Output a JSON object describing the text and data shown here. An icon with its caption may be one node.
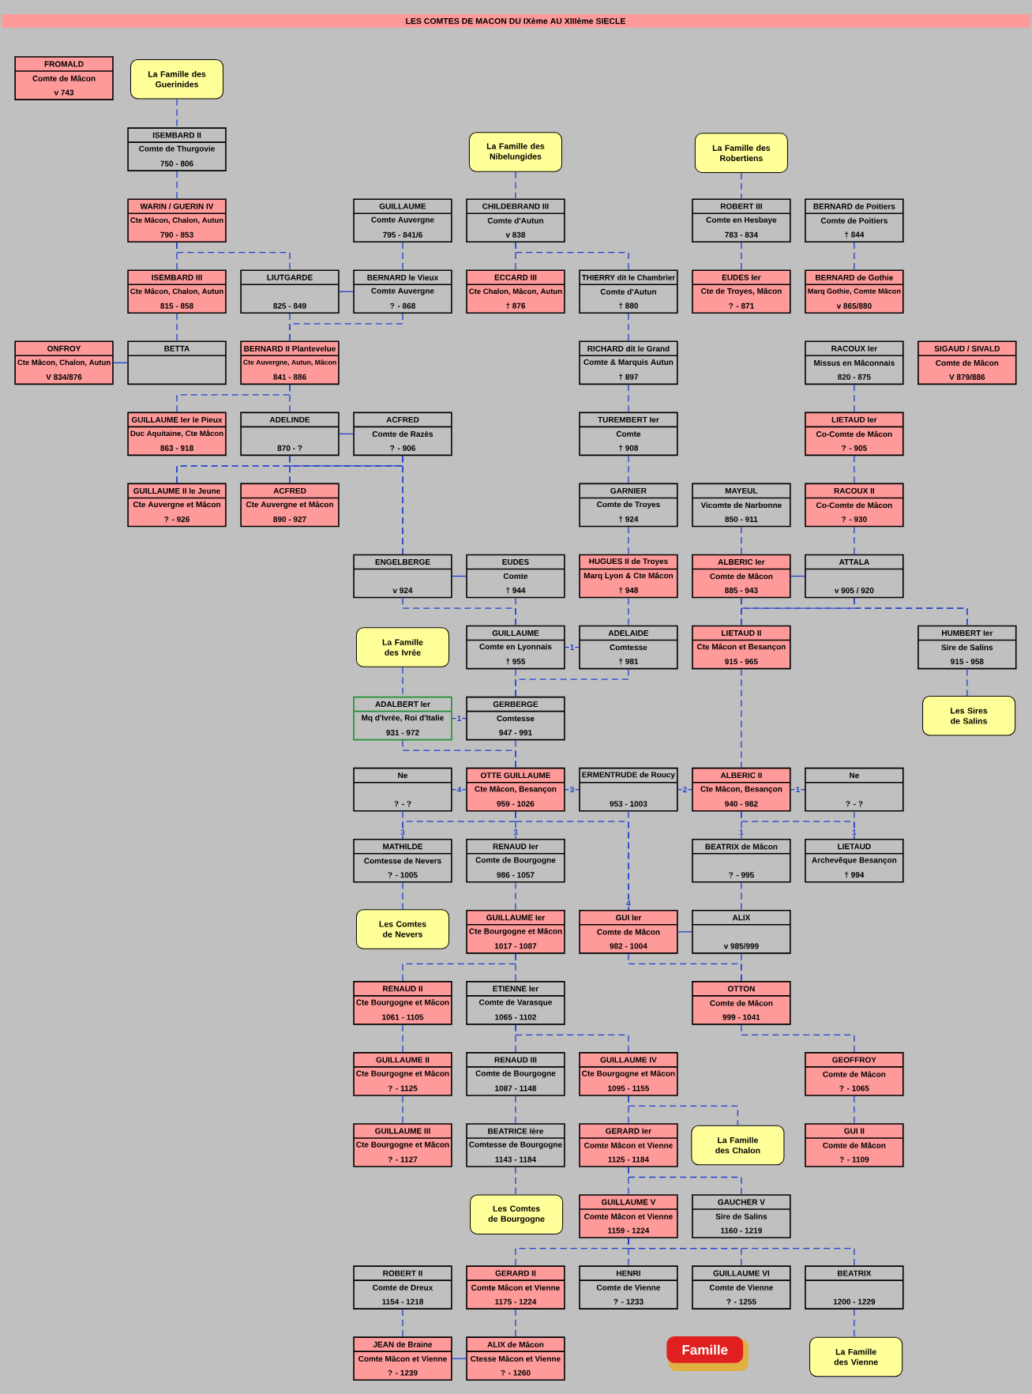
{
  "diagram": {
    "title": "LES COMTES DE MACON DU IXème AU XIIIème SIECLE",
    "nodes": [
      {
        "text": [
          "FROMALD",
          "Comte de Mâcon",
          "v 743"
        ]
      },
      {
        "text": [
          "La Famille des Guerinides"
        ]
      },
      {
        "text": [
          "ISEMBARD II",
          "Comte de Thurgovie",
          "750 - 806"
        ]
      },
      {
        "text": [
          "La Famille des Nibelungides"
        ]
      },
      {
        "text": [
          "La Famille des Robertiens"
        ]
      },
      {
        "text": [
          "WARIN / GUERIN IV",
          "Cte Mâcon, Chalon, Autun",
          "790 - 853"
        ]
      },
      {
        "text": [
          "GUILLAUME",
          "Comte Auvergne",
          "795 - 841/6"
        ]
      },
      {
        "text": [
          "CHILDEBRAND III",
          "Comte d'Autun",
          "v 838"
        ]
      },
      {
        "text": [
          "ROBERT III",
          "Comte en Hesbaye",
          "783 - 834"
        ]
      },
      {
        "text": [
          "BERNARD de Poitiers",
          "Comte de Poitiers",
          "† 844"
        ]
      },
      {
        "text": [
          "ISEMBARD III",
          "Cte Mâcon, Chalon, Autun",
          "815 - 858"
        ]
      },
      {
        "text": [
          "LIUTGARDE",
          "825 - 849"
        ]
      },
      {
        "text": [
          "BERNARD le Vieux",
          "Comte Auvergne",
          "? - 868"
        ]
      },
      {
        "text": [
          "ECCARD III",
          "Cte Chalon, Mâcon, Autun",
          "† 876"
        ]
      },
      {
        "text": [
          "THIERRY dit le Chambrier",
          "Comte d'Autun",
          "† 880"
        ]
      },
      {
        "text": [
          "EUDES Ier",
          "Cte de Troyes, Mâcon",
          "? - 871"
        ]
      },
      {
        "text": [
          "BERNARD de Gothie",
          "Marq Gothie, Comte Mâcon",
          "v 865/880"
        ]
      },
      {
        "text": [
          "ONFROY",
          "Cte Mâcon, Chalon, Autun",
          "V 834/876"
        ]
      },
      {
        "text": [
          "BETTA"
        ]
      },
      {
        "text": [
          "BERNARD II Plantevelue",
          "Cte Auvergne, Autun, Mâcon",
          "841 - 886"
        ]
      },
      {
        "text": [
          "RICHARD dit le Grand",
          "Comte & Marquis Autun",
          "† 897"
        ]
      },
      {
        "text": [
          "RACOUX Ier",
          "Missus en Mâconnais",
          "820 - 875"
        ]
      },
      {
        "text": [
          "SIGAUD / SIVALD",
          "Comte de Mâcon",
          "V 879/886"
        ]
      },
      {
        "text": [
          "GUILLAUME Ier le Pieux",
          "Duc Aquitaine, Cte Mâcon",
          "863 - 918"
        ]
      },
      {
        "text": [
          "ADELINDE",
          "870 - ?"
        ]
      },
      {
        "text": [
          "ACFRED",
          "Comte de Razès",
          "? - 906"
        ]
      },
      {
        "text": [
          "TUREMBERT Ier",
          "Comte",
          "† 908"
        ]
      },
      {
        "text": [
          "LIETAUD Ier",
          "Co-Comte de Mâcon",
          "? - 905"
        ]
      },
      {
        "text": [
          "GUILLAUME II le Jeune",
          "Cte Auvergne et Mâcon",
          "? - 926"
        ]
      },
      {
        "text": [
          "ACFRED",
          "Cte Auvergne et Mâcon",
          "890 - 927"
        ]
      },
      {
        "text": [
          "GARNIER",
          "Comte de Troyes",
          "† 924"
        ]
      },
      {
        "text": [
          "MAYEUL",
          "Vicomte de Narbonne",
          "850 - 911"
        ]
      },
      {
        "text": [
          "RACOUX II",
          "Co-Comte de Mâcon",
          "? - 930"
        ]
      },
      {
        "text": [
          "ENGELBERGE",
          "v 924"
        ]
      },
      {
        "text": [
          "EUDES",
          "Comte",
          "† 944"
        ]
      },
      {
        "text": [
          "HUGUES II de Troyes",
          "Marq Lyon & Cte Mâcon",
          "† 948"
        ]
      },
      {
        "text": [
          "ALBERIC Ier",
          "Comte de Mâcon",
          "885 - 943"
        ]
      },
      {
        "text": [
          "ATTALA",
          "v 905 / 920"
        ]
      },
      {
        "text": [
          "La Famille des Ivrée"
        ]
      },
      {
        "text": [
          "GUILLAUME",
          "Comte en Lyonnais",
          "† 955"
        ]
      },
      {
        "text": [
          "ADELAIDE",
          "Comtesse",
          "† 981"
        ]
      },
      {
        "text": [
          "LIETAUD II",
          "Cte Mâcon et Besançon",
          "915 - 965"
        ]
      },
      {
        "text": [
          "HUMBERT Ier",
          "Sire de Salins",
          "915 - 958"
        ]
      },
      {
        "text": [
          "ADALBERT Ier",
          "Mq d'Ivrée, Roi d'Italie",
          "931 - 972"
        ]
      },
      {
        "text": [
          "GERBERGE",
          "Comtesse",
          "947 - 991"
        ]
      },
      {
        "text": [
          "Les Sires de Salins"
        ]
      },
      {
        "text": [
          "Ne",
          "? - ?"
        ]
      },
      {
        "text": [
          "OTTE GUILLAUME",
          "Cte Mâcon, Besançon",
          "959 - 1026"
        ]
      },
      {
        "text": [
          "ERMENTRUDE de Roucy",
          "953 - 1003"
        ]
      },
      {
        "text": [
          "ALBERIC II",
          "Cte Mâcon, Besançon",
          "940 - 982"
        ]
      },
      {
        "text": [
          "Ne",
          "? - ?"
        ]
      },
      {
        "text": [
          "MATHILDE",
          "Comtesse de Nevers",
          "? - 1005"
        ]
      },
      {
        "text": [
          "RENAUD Ier",
          "Comte de Bourgogne",
          "986 - 1057"
        ]
      },
      {
        "text": [
          "BEATRIX de Mâcon",
          "? - 995"
        ]
      },
      {
        "text": [
          "LIETAUD",
          "Archevêque Besançon",
          "† 994"
        ]
      },
      {
        "text": [
          "Les Comtes de Nevers"
        ]
      },
      {
        "text": [
          "GUILLAUME Ier",
          "Cte Bourgogne et Mâcon",
          "1017 - 1087"
        ]
      },
      {
        "text": [
          "GUI Ier",
          "Comte de Mâcon",
          "982 - 1004"
        ]
      },
      {
        "text": [
          "ALIX",
          "v 985/999"
        ]
      },
      {
        "text": [
          "RENAUD II",
          "Cte Bourgogne et Mâcon",
          "1061 - 1105"
        ]
      },
      {
        "text": [
          "ETIENNE Ier",
          "Comte de Varasque",
          "1065 - 1102"
        ]
      },
      {
        "text": [
          "OTTON",
          "Comte de Mâcon",
          "999 - 1041"
        ]
      },
      {
        "text": [
          "GUILLAUME II",
          "Cte Bourgogne et Mâcon",
          "? - 1125"
        ]
      },
      {
        "text": [
          "RENAUD III",
          "Comte de Bourgogne",
          "1087 - 1148"
        ]
      },
      {
        "text": [
          "GUILLAUME IV",
          "Cte Bourgogne et Mâcon",
          "1095 - 1155"
        ]
      },
      {
        "text": [
          "GEOFFROY",
          "Comte de Mâcon",
          "? - 1065"
        ]
      },
      {
        "text": [
          "GUILLAUME III",
          "Cte Bourgogne et Mâcon",
          "? - 1127"
        ]
      },
      {
        "text": [
          "BEATRICE Ière",
          "Comtesse de Bourgogne",
          "1143 - 1184"
        ]
      },
      {
        "text": [
          "GERARD Ier",
          "Comte Mâcon et Vienne",
          "1125 - 1184"
        ]
      },
      {
        "text": [
          "La Famille des Chalon"
        ]
      },
      {
        "text": [
          "GUI II",
          "Comte de Mâcon",
          "? - 1109"
        ]
      },
      {
        "text": [
          "Les Comtes de Bourgogne"
        ]
      },
      {
        "text": [
          "GUILLAUME V",
          "Comte Mâcon et Vienne",
          "1159 - 1224"
        ]
      },
      {
        "text": [
          "GAUCHER V",
          "Sire de Salins",
          "1160 - 1219"
        ]
      },
      {
        "text": [
          "ROBERT II",
          "Comte de Dreux",
          "1154 - 1218"
        ]
      },
      {
        "text": [
          "GERARD II",
          "Comte Mâcon et Vienne",
          "1175 - 1224"
        ]
      },
      {
        "text": [
          "HENRI",
          "Comte de Vienne",
          "? - 1233"
        ]
      },
      {
        "text": [
          "GUILLAUME VI",
          "Comte de Vienne",
          "? - 1255"
        ]
      },
      {
        "text": [
          "BEATRIX",
          "1200 - 1229"
        ]
      },
      {
        "text": [
          "JEAN de Braine",
          "Comte Mâcon et Vienne",
          "? - 1239"
        ]
      },
      {
        "text": [
          "ALIX de Mâcon",
          "Ctesse Mâcon et Vienne",
          "? - 1260"
        ]
      },
      {
        "text": [
          "La Famille des Vienne"
        ]
      }
    ],
    "edges": [
      {
        "from": 1,
        "to": 2,
        "arrow": "none",
        "style": "dashed"
      },
      {
        "from": 2,
        "to": 5,
        "arrow": "none",
        "style": "dashed"
      },
      {
        "from": 3,
        "to": 7,
        "arrow": "none",
        "style": "dashed"
      },
      {
        "from": 4,
        "to": 8,
        "arrow": "none",
        "style": "dashed"
      },
      {
        "from": 5,
        "to": 10,
        "arrow": "none",
        "style": "dashed"
      },
      {
        "from": 5,
        "to": 11,
        "arrow": "none",
        "style": "dashed"
      },
      {
        "from": 6,
        "to": 12,
        "arrow": "none",
        "style": "dashed"
      },
      {
        "from": 7,
        "to": 13,
        "arrow": "none",
        "style": "dashed"
      },
      {
        "from": 7,
        "to": 14,
        "arrow": "none",
        "style": "dashed"
      },
      {
        "from": 8,
        "to": 15,
        "arrow": "none",
        "style": "dashed"
      },
      {
        "from": 9,
        "to": 16,
        "arrow": "none",
        "style": "dashed"
      },
      {
        "from": 11,
        "to": 12,
        "arrow": "none"
      },
      {
        "from": 10,
        "to": 18,
        "arrow": "none",
        "style": "dashed"
      },
      {
        "from": 11,
        "to": 19,
        "arrow": "none",
        "style": "dashed"
      },
      {
        "from": 12,
        "to": 19,
        "arrow": "none",
        "style": "dashed"
      },
      {
        "from": 14,
        "to": 20,
        "arrow": "none",
        "style": "dashed"
      },
      {
        "from": 17,
        "to": 18,
        "arrow": "none"
      },
      {
        "from": 19,
        "to": 23,
        "arrow": "none",
        "style": "dashed"
      },
      {
        "from": 19,
        "to": 24,
        "arrow": "none",
        "style": "dashed"
      },
      {
        "from": 20,
        "to": 26,
        "arrow": "none",
        "style": "dashed"
      },
      {
        "from": 21,
        "to": 27,
        "arrow": "none",
        "style": "dashed"
      },
      {
        "from": 24,
        "to": 25,
        "arrow": "none"
      },
      {
        "from": 24,
        "to": 28,
        "arrow": "none",
        "style": "dashed"
      },
      {
        "from": 24,
        "to": 29,
        "arrow": "none",
        "style": "dashed"
      },
      {
        "from": 24,
        "to": 33,
        "arrow": "none",
        "style": "dashed"
      },
      {
        "from": 25,
        "to": 28,
        "arrow": "none",
        "style": "dashed"
      },
      {
        "from": 25,
        "to": 29,
        "arrow": "none",
        "style": "dashed"
      },
      {
        "from": 25,
        "to": 33,
        "arrow": "none",
        "style": "dashed"
      },
      {
        "from": 26,
        "to": 30,
        "arrow": "none",
        "style": "dashed"
      },
      {
        "from": 27,
        "to": 32,
        "arrow": "none",
        "style": "dashed"
      },
      {
        "from": 30,
        "to": 35,
        "arrow": "none",
        "style": "dashed"
      },
      {
        "from": 31,
        "to": 36,
        "arrow": "none",
        "style": "dashed"
      },
      {
        "from": 32,
        "to": 37,
        "arrow": "none",
        "style": "dashed"
      },
      {
        "from": 33,
        "to": 34,
        "arrow": "none"
      },
      {
        "from": 36,
        "to": 37,
        "arrow": "none"
      },
      {
        "from": 33,
        "to": 39,
        "arrow": "none",
        "style": "dashed"
      },
      {
        "from": 34,
        "to": 39,
        "arrow": "none",
        "style": "dashed"
      },
      {
        "from": 35,
        "to": 40,
        "arrow": "none",
        "style": "dashed"
      },
      {
        "from": 36,
        "to": 41,
        "arrow": "none",
        "style": "dashed"
      },
      {
        "from": 36,
        "to": 42,
        "arrow": "none",
        "style": "dashed"
      },
      {
        "from": 37,
        "to": 41,
        "arrow": "none",
        "style": "dashed"
      },
      {
        "from": 37,
        "to": 42,
        "arrow": "none",
        "style": "dashed"
      },
      {
        "from": 39,
        "to": 40,
        "arrow": "none",
        "label": "1"
      },
      {
        "from": 38,
        "to": 43,
        "arrow": "none",
        "style": "dashed"
      },
      {
        "from": 39,
        "to": 44,
        "arrow": "none",
        "style": "dashed"
      },
      {
        "from": 40,
        "to": 44,
        "arrow": "none",
        "style": "dashed"
      },
      {
        "from": 42,
        "to": 45,
        "arrow": "none",
        "style": "dashed"
      },
      {
        "from": 43,
        "to": 44,
        "arrow": "none",
        "label": "1"
      },
      {
        "from": 43,
        "to": 47,
        "arrow": "none",
        "style": "dashed"
      },
      {
        "from": 44,
        "to": 47,
        "arrow": "none",
        "style": "dashed"
      },
      {
        "from": 41,
        "to": 49,
        "arrow": "none",
        "style": "dashed"
      },
      {
        "from": 46,
        "to": 47,
        "arrow": "none",
        "label": "4"
      },
      {
        "from": 47,
        "to": 48,
        "arrow": "none",
        "label": "3"
      },
      {
        "from": 48,
        "to": 49,
        "arrow": "none",
        "label": "2"
      },
      {
        "from": 49,
        "to": 50,
        "arrow": "none",
        "label": "1"
      },
      {
        "from": 46,
        "to": 51,
        "arrow": "none",
        "style": "dashed",
        "label": "3"
      },
      {
        "from": 47,
        "to": 51,
        "arrow": "none",
        "style": "dashed"
      },
      {
        "from": 47,
        "to": 52,
        "arrow": "none",
        "style": "dashed",
        "label": "3"
      },
      {
        "from": 47,
        "to": 57,
        "arrow": "none",
        "style": "dashed"
      },
      {
        "from": 48,
        "to": 57,
        "arrow": "none",
        "style": "dashed",
        "label": "4"
      },
      {
        "from": 49,
        "to": 53,
        "arrow": "none",
        "style": "dashed",
        "label": "1"
      },
      {
        "from": 49,
        "to": 54,
        "arrow": "none",
        "style": "dashed"
      },
      {
        "from": 50,
        "to": 54,
        "arrow": "none",
        "style": "dashed",
        "label": "1"
      },
      {
        "from": 51,
        "to": 55,
        "arrow": "none",
        "style": "dashed"
      },
      {
        "from": 52,
        "to": 56,
        "arrow": "none",
        "style": "dashed"
      },
      {
        "from": 53,
        "to": 58,
        "arrow": "none",
        "style": "dashed"
      },
      {
        "from": 57,
        "to": 58,
        "arrow": "none"
      },
      {
        "from": 56,
        "to": 59,
        "arrow": "none",
        "style": "dashed"
      },
      {
        "from": 56,
        "to": 60,
        "arrow": "none",
        "style": "dashed"
      },
      {
        "from": 57,
        "to": 61,
        "arrow": "none",
        "style": "dashed"
      },
      {
        "from": 58,
        "to": 61,
        "arrow": "none",
        "style": "dashed"
      },
      {
        "from": 59,
        "to": 62,
        "arrow": "none",
        "style": "dashed"
      },
      {
        "from": 60,
        "to": 63,
        "arrow": "none",
        "style": "dashed"
      },
      {
        "from": 60,
        "to": 64,
        "arrow": "none",
        "style": "dashed"
      },
      {
        "from": 61,
        "to": 65,
        "arrow": "none",
        "style": "dashed"
      },
      {
        "from": 62,
        "to": 66,
        "arrow": "none",
        "style": "dashed"
      },
      {
        "from": 63,
        "to": 67,
        "arrow": "none",
        "style": "dashed"
      },
      {
        "from": 64,
        "to": 68,
        "arrow": "none",
        "style": "dashed"
      },
      {
        "from": 64,
        "to": 69,
        "arrow": "none",
        "style": "dashed"
      },
      {
        "from": 65,
        "to": 70,
        "arrow": "none",
        "style": "dashed"
      },
      {
        "from": 67,
        "to": 71,
        "arrow": "none",
        "style": "dashed"
      },
      {
        "from": 68,
        "to": 72,
        "arrow": "none",
        "style": "dashed"
      },
      {
        "from": 68,
        "to": 73,
        "arrow": "none",
        "style": "dashed"
      },
      {
        "from": 72,
        "to": 75,
        "arrow": "none",
        "style": "dashed"
      },
      {
        "from": 72,
        "to": 76,
        "arrow": "none",
        "style": "dashed"
      },
      {
        "from": 72,
        "to": 77,
        "arrow": "none",
        "style": "dashed"
      },
      {
        "from": 72,
        "to": 78,
        "arrow": "none",
        "style": "dashed"
      },
      {
        "from": 74,
        "to": 79,
        "arrow": "none",
        "style": "dashed"
      },
      {
        "from": 75,
        "to": 80,
        "arrow": "none",
        "style": "dashed"
      },
      {
        "from": 78,
        "to": 81,
        "arrow": "none",
        "style": "dashed"
      },
      {
        "from": 79,
        "to": 80,
        "arrow": "none"
      }
    ],
    "labels": [
      "Famille"
    ]
  }
}
